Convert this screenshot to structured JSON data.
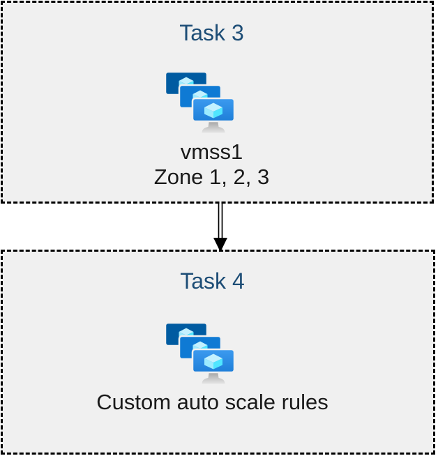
{
  "colors": {
    "page-bg": "#ffffff",
    "box-fill": "#f0f0f0",
    "box-border": "#000000",
    "title-color": "#1d4d76",
    "text-color": "#1a1a1a",
    "arrow-color": "#000000",
    "monitor-back": "#005ba1",
    "monitor-mid": "#0f7ad4",
    "monitor-front-top": "#3c9bf0",
    "monitor-front-bottom": "#1e7ed8",
    "cube-top": "#c3f1ff",
    "cube-left": "#9cebff",
    "cube-right": "#50e6ff",
    "stand-top": "#9c9c9c",
    "stand-bottom": "#e6e6e6"
  },
  "tasks": [
    {
      "title": "Task 3",
      "icon": "vm-scale-sets-icon",
      "lines": [
        "vmss1",
        "Zone 1, 2, 3"
      ]
    },
    {
      "title": "Task 4",
      "icon": "vm-scale-sets-icon",
      "lines": [
        "Custom auto scale rules"
      ]
    }
  ],
  "connector": {
    "type": "double-line-arrow",
    "direction": "down"
  }
}
